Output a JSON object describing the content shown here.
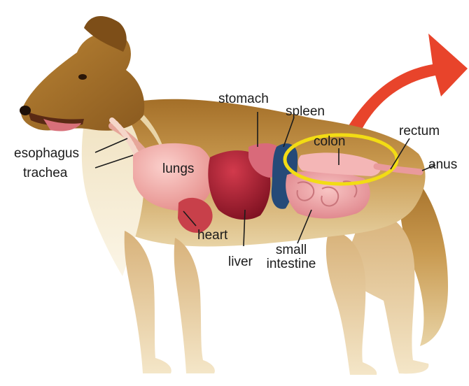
{
  "diagram": {
    "labels": {
      "esophagus": "esophagus",
      "trachea": "trachea",
      "lungs": "lungs",
      "heart": "heart",
      "liver": "liver",
      "stomach": "stomach",
      "spleen": "spleen",
      "colon": "colon",
      "small_intestine_line1": "small",
      "small_intestine_line2": "intestine",
      "rectum": "rectum",
      "anus": "anus"
    },
    "colors": {
      "fur_dark": "#9a6a2a",
      "fur_mid": "#c89a4e",
      "fur_light": "#f1dfb6",
      "lungs": "#f1a7a3",
      "heart": "#c8404a",
      "liver": "#a3172c",
      "spleen": "#254a78",
      "stomach": "#d96a7a",
      "intestine": "#f0a2a5",
      "highlight_ring": "#f2dc14",
      "arrow": "#e8442b"
    }
  }
}
